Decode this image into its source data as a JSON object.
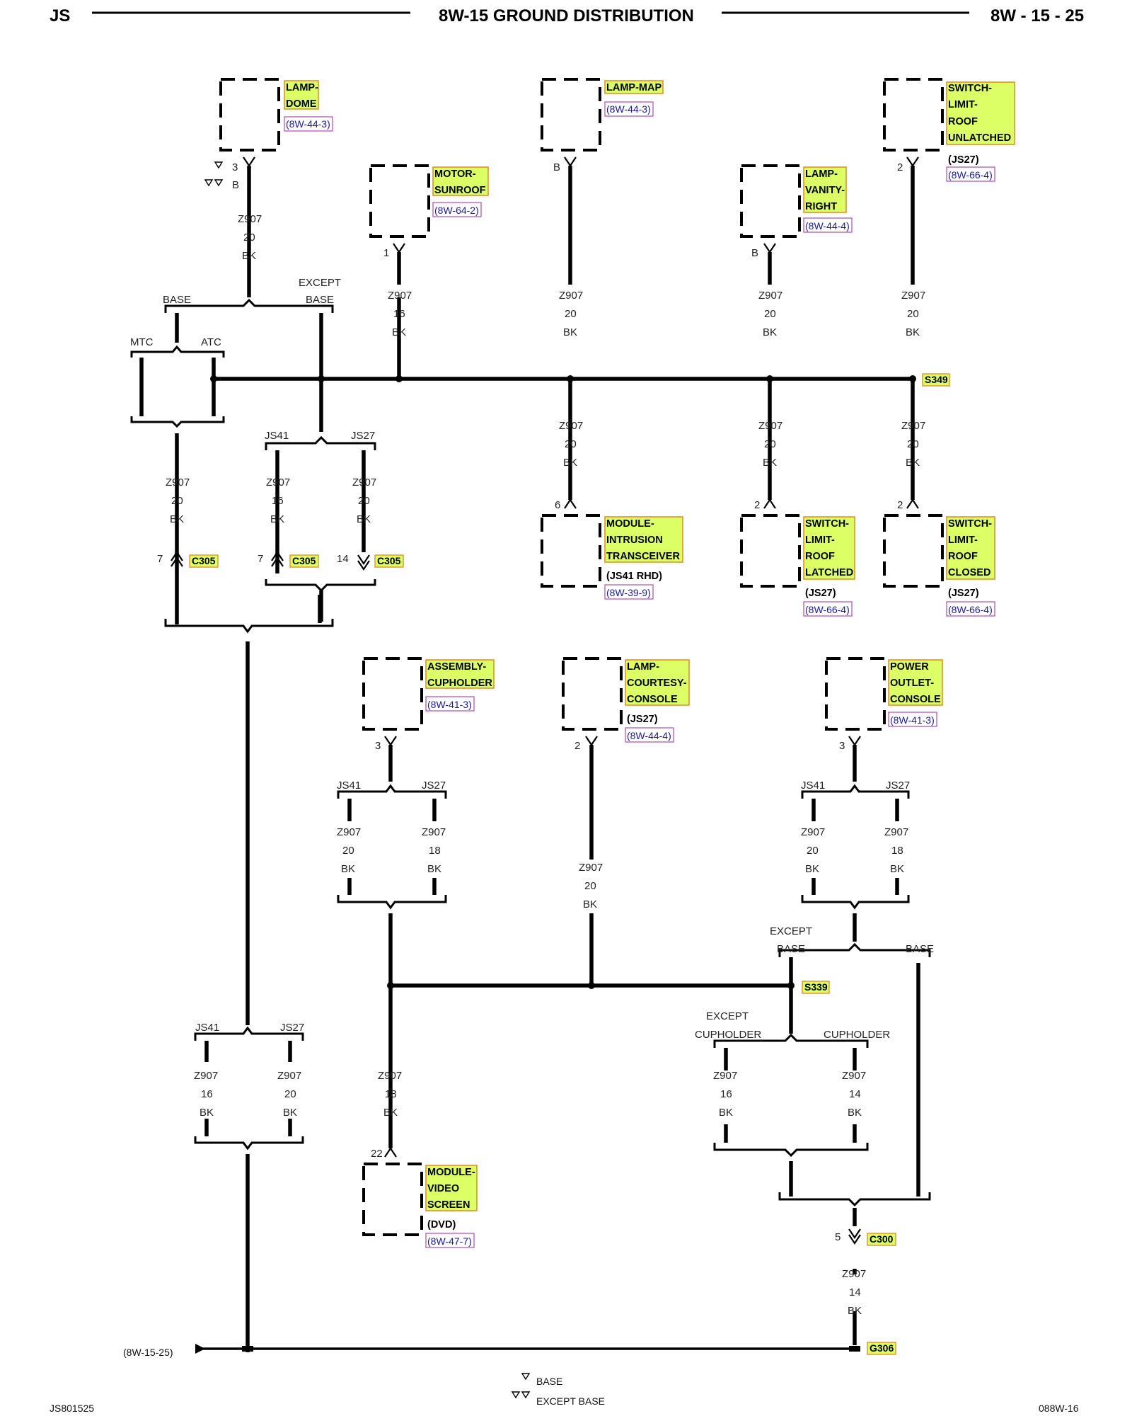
{
  "header": {
    "left": "JS",
    "title": "8W-15 GROUND DISTRIBUTION",
    "page": "8W - 15 - 25"
  },
  "colors": {
    "highlight": "#dcff66",
    "highlight_border": "#e08a1e",
    "ref_border": "#b04ab0",
    "ref_text": "#1a1aa0"
  },
  "wire": {
    "circuit": "Z907",
    "color": "BK",
    "g14": "14",
    "g16": "16",
    "g18": "18",
    "g20": "20"
  },
  "options": {
    "base": "BASE",
    "except": "EXCEPT",
    "mtc": "MTC",
    "atc": "ATC",
    "js41": "JS41",
    "js27": "JS27",
    "cupholder": "CUPHOLDER"
  },
  "pins": {
    "p1": "1",
    "p2": "2",
    "p3": "3",
    "p5": "5",
    "p6": "6",
    "p7": "7",
    "p14": "14",
    "p22": "22",
    "pB": "B"
  },
  "components": {
    "lamp_dome": {
      "line1": "LAMP-",
      "line2": "DOME",
      "ref": "(8W-44-3)"
    },
    "lamp_map": {
      "line1": "LAMP-MAP",
      "ref": "(8W-44-3)"
    },
    "switch_unlatched": {
      "line1": "SWITCH-",
      "line2": "LIMIT-",
      "line3": "ROOF",
      "line4": "UNLATCHED",
      "note": "(JS27)",
      "ref": "(8W-66-4)"
    },
    "motor_sunroof": {
      "line1": "MOTOR-",
      "line2": "SUNROOF",
      "ref": "(8W-64-2)"
    },
    "lamp_vanity": {
      "line1": "LAMP-",
      "line2": "VANITY-",
      "line3": "RIGHT",
      "ref": "(8W-44-4)"
    },
    "module_intrusion": {
      "line1": "MODULE-",
      "line2": "INTRUSION",
      "line3": "TRANSCEIVER",
      "note": "(JS41 RHD)",
      "ref": "(8W-39-9)"
    },
    "switch_latched": {
      "line1": "SWITCH-",
      "line2": "LIMIT-",
      "line3": "ROOF",
      "line4": "LATCHED",
      "note": "(JS27)",
      "ref": "(8W-66-4)"
    },
    "switch_closed": {
      "line1": "SWITCH-",
      "line2": "LIMIT-",
      "line3": "ROOF",
      "line4": "CLOSED",
      "note": "(JS27)",
      "ref": "(8W-66-4)"
    },
    "assembly_cupholder": {
      "line1": "ASSEMBLY-",
      "line2": "CUPHOLDER",
      "ref": "(8W-41-3)"
    },
    "lamp_courtesy": {
      "line1": "LAMP-",
      "line2": "COURTESY-",
      "line3": "CONSOLE",
      "note": "(JS27)",
      "ref": "(8W-44-4)"
    },
    "power_outlet": {
      "line1": "POWER",
      "line2": "OUTLET-",
      "line3": "CONSOLE",
      "ref": "(8W-41-3)"
    },
    "module_video": {
      "line1": "MODULE-",
      "line2": "VIDEO",
      "line3": "SCREEN",
      "note": "(DVD)",
      "ref": "(8W-47-7)"
    }
  },
  "splices": {
    "s349": "S349",
    "s339": "S339"
  },
  "connectors": {
    "c305": "C305",
    "c300": "C300"
  },
  "grounds": {
    "g306": "G306"
  },
  "page_ref": "(8W-15-25)",
  "legend": {
    "base": "BASE",
    "except_base": "EXCEPT BASE"
  },
  "footer": {
    "left": "JS801525",
    "right": "088W-16"
  }
}
